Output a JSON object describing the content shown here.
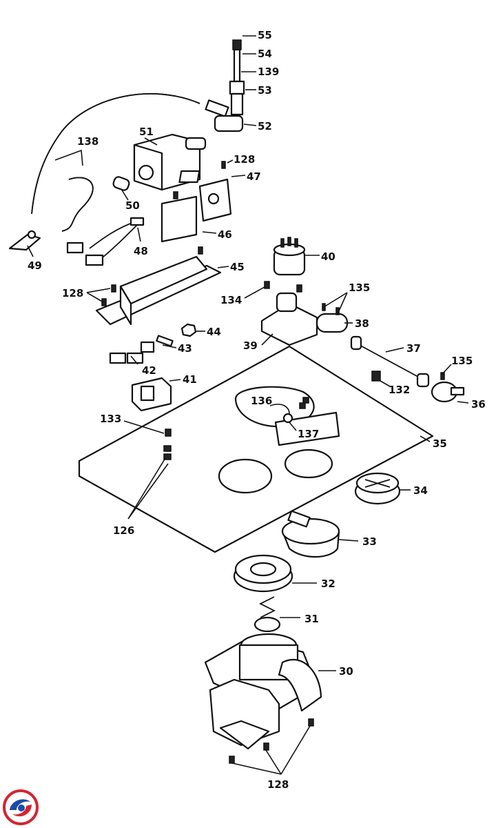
{
  "labels": {
    "p55": "55",
    "p54": "54",
    "p139": "139",
    "p53": "53",
    "p52": "52",
    "p51": "51",
    "p138": "138",
    "p128a": "128",
    "p47": "47",
    "p50": "50",
    "p46": "46",
    "p49": "49",
    "p48": "48",
    "p40": "40",
    "p45": "45",
    "p128b": "128",
    "p134": "134",
    "p135a": "135",
    "p38": "38",
    "p44": "44",
    "p39": "39",
    "p43": "43",
    "p37": "37",
    "p135b": "135",
    "p42": "42",
    "p41": "41",
    "p132": "132",
    "p36": "36",
    "p136": "136",
    "p133": "133",
    "p137": "137",
    "p35": "35",
    "p34": "34",
    "p126": "126",
    "p33": "33",
    "p32": "32",
    "p31": "31",
    "p30": "30",
    "p128c": "128"
  },
  "logo": {
    "colors": [
      "#d22630",
      "#1f4aa8"
    ],
    "icon": "brand-swirl-icon"
  }
}
